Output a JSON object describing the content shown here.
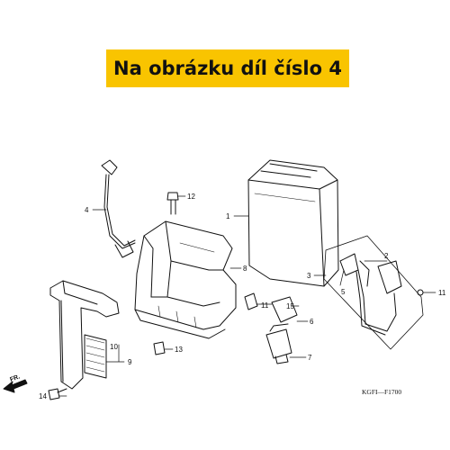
{
  "banner": {
    "text": "Na obrázku díl číslo 4",
    "color": "#f9c400"
  },
  "diagram_code": "KGFI—F1700",
  "direction_label": "FR.",
  "callouts": [
    "1",
    "2",
    "3",
    "4",
    "5",
    "6",
    "7",
    "8",
    "9",
    "10",
    "11",
    "11",
    "12",
    "13",
    "14",
    "15"
  ]
}
